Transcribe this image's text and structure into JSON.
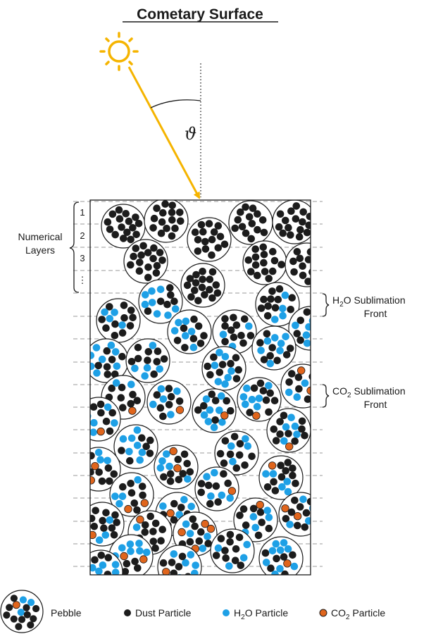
{
  "title": "Cometary Surface",
  "angle_symbol": "ϑ",
  "numerical_layers": {
    "label_line1": "Numerical",
    "label_line2": "Layers",
    "numbers": [
      "1",
      "2",
      "3",
      "⋮"
    ]
  },
  "fronts": {
    "h2o": {
      "formula_main": "H",
      "formula_sub": "2",
      "formula_end": "O",
      "word": "Sublimation",
      "line2": "Front"
    },
    "co2": {
      "formula_main": "CO",
      "formula_sub": "2",
      "word": "Sublimation",
      "line2": "Front"
    }
  },
  "legend": {
    "pebble": "Pebble",
    "dust": "Dust Particle",
    "h2o_main": "H",
    "h2o_sub": "2",
    "h2o_end": "O Particle",
    "co2_main": "CO",
    "co2_sub": "2",
    "co2_end": " Particle"
  },
  "colors": {
    "sun": "#f5b400",
    "dust": "#1c1c1c",
    "h2o": "#1ea0e6",
    "co2": "#e0651c",
    "ray": "#f5b400"
  },
  "icons": [
    "sun-icon",
    "pebble-icon",
    "dust-dot-icon",
    "h2o-dot-icon",
    "co2-dot-icon"
  ]
}
